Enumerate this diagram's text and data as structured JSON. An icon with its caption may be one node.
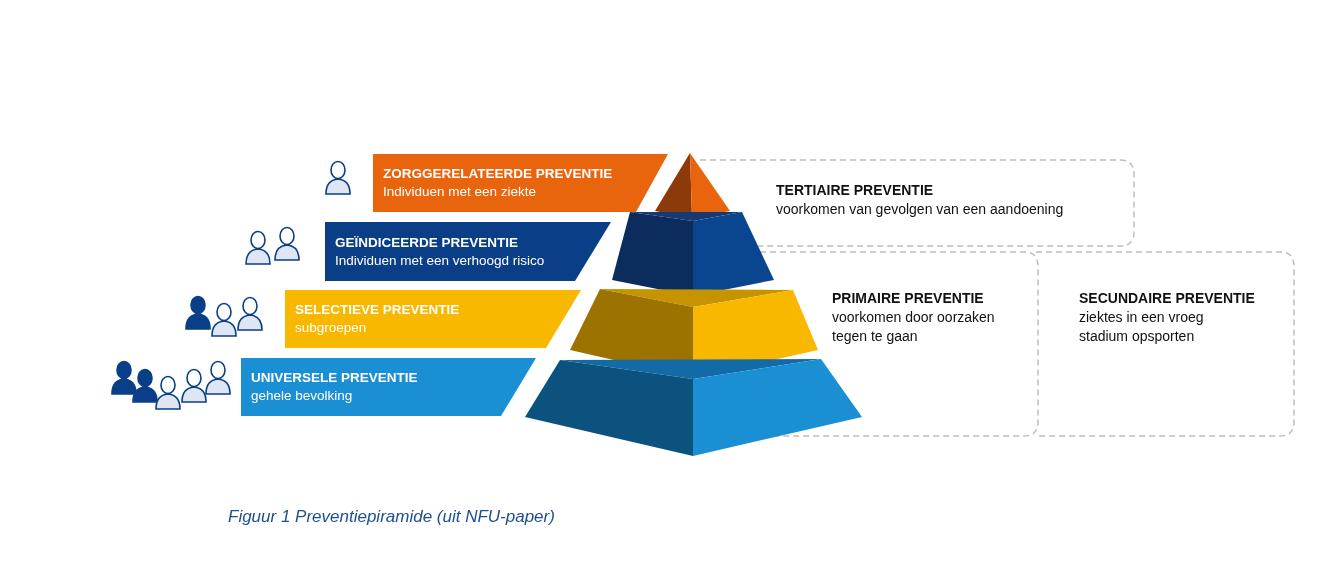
{
  "diagram": {
    "caption": "Figuur 1 Preventiepiramide (uit NFU-paper)",
    "nodes": [
      {
        "text": [
          "ZORGGERELATEERDE PREVENTIE",
          "Individuen met een ziekte"
        ]
      },
      {
        "text": [
          "GEÏNDICEERDE PREVENTIE",
          "Individuen met een verhoogd risico"
        ]
      },
      {
        "text": [
          "SELECTIEVE PREVENTIE",
          "subgroepen"
        ]
      },
      {
        "text": [
          "UNIVERSELE PREVENTIE",
          "gehele bevolking"
        ]
      },
      {
        "text": [
          "TERTIAIRE PREVENTIE",
          "voorkomen van gevolgen van een aandoening"
        ]
      },
      {
        "text": [
          "PRIMAIRE PREVENTIE",
          "voorkomen door oorzaken tegen te gaan"
        ]
      },
      {
        "text": [
          "SECUNDAIRE PREVENTIE",
          "ziektes in een vroeg stadium opsporten"
        ]
      }
    ]
  }
}
